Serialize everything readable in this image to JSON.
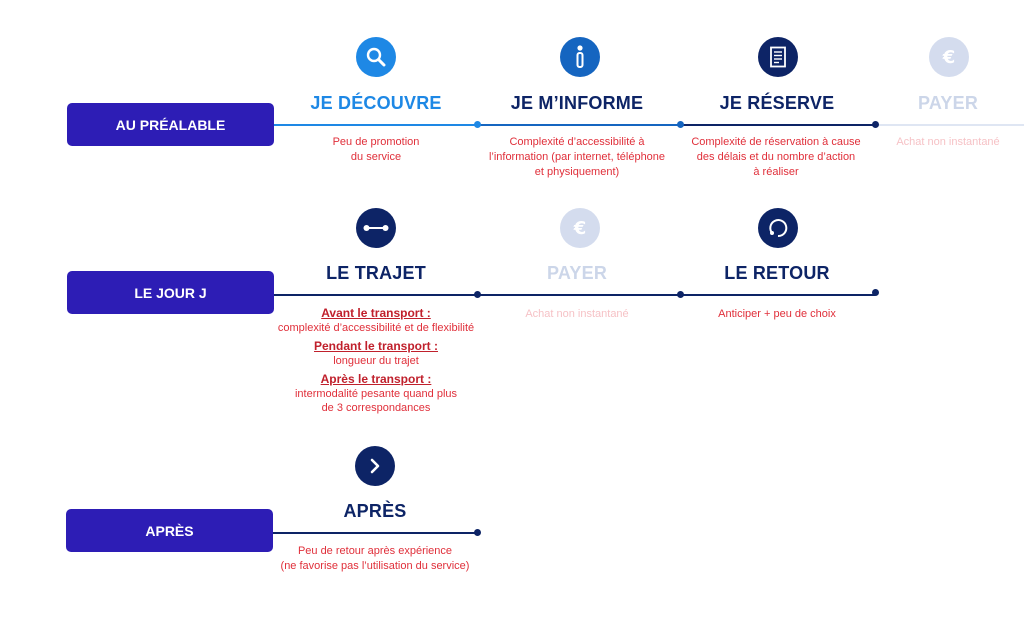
{
  "phases": {
    "prealable": "AU PRÉALABLE",
    "jour_j": "LE JOUR J",
    "apres": "APRÈS"
  },
  "row1": {
    "steps": [
      {
        "title": "JE DÉCOUVRE",
        "desc_lines": [
          "Peu de promotion",
          "du service"
        ],
        "icon": "search-icon"
      },
      {
        "title": "JE M’INFORME",
        "desc_lines": [
          "Complexité d’accessibilité à",
          "l’information (par internet, téléphone",
          "et physiquement)"
        ],
        "icon": "info-icon"
      },
      {
        "title": "JE RÉSERVE",
        "desc_lines": [
          "Complexité de réservation à cause",
          "des délais et du nombre d’action",
          "à réaliser"
        ],
        "icon": "document-icon"
      },
      {
        "title": "PAYER",
        "desc_lines": [
          "Achat non instantané"
        ],
        "icon": "euro-icon"
      }
    ]
  },
  "row2": {
    "steps": [
      {
        "title": "LE TRAJET",
        "icon": "route-icon",
        "sections": [
          {
            "heading": "Avant le transport :",
            "lines": [
              "complexité d’accessibilité et de flexibilité"
            ]
          },
          {
            "heading": "Pendant le transport :",
            "lines": [
              "longueur du trajet"
            ]
          },
          {
            "heading": "Après le transport :",
            "lines": [
              "intermodalité pesante quand plus",
              "de 3 correspondances"
            ]
          }
        ]
      },
      {
        "title": "PAYER",
        "desc_lines": [
          "Achat non instantané"
        ],
        "icon": "euro-icon"
      },
      {
        "title": "LE RETOUR",
        "desc_lines": [
          "Anticiper + peu de choix"
        ],
        "icon": "return-icon"
      }
    ]
  },
  "row3": {
    "steps": [
      {
        "title": "APRÈS",
        "desc_lines": [
          "Peu de retour après expérience",
          "(ne favorise pas l’utilisation du service)"
        ],
        "icon": "chevron-right-icon"
      }
    ]
  },
  "colors": {
    "phase_bg": "#2d1db5",
    "light_blue": "#1e88e5",
    "navy": "#0d2466",
    "faded": "#ccd6e9",
    "red": "#e02f3a",
    "faded_red": "#f6c2c6"
  }
}
